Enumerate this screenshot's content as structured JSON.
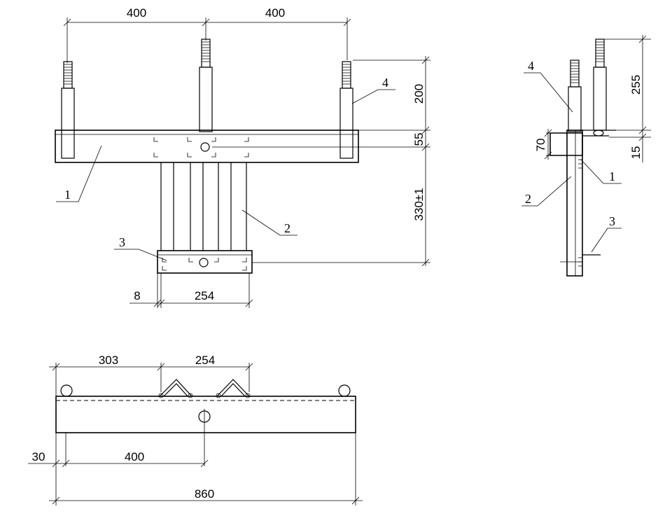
{
  "front_view": {
    "dims": {
      "top_left_spacing": "400",
      "top_right_spacing": "400",
      "bolt_length": "200",
      "beam_offset": "55",
      "vertical_span": "330±1",
      "edge_gap": "8",
      "channel_spacing": "254"
    },
    "labels": {
      "beam": "1",
      "channel": "2",
      "lower_plate": "3",
      "bolt": "4"
    }
  },
  "side_view": {
    "dims": {
      "bolt_length": "255",
      "angle_height": "70",
      "angle_offset": "15"
    },
    "labels": {
      "bolt": "4",
      "angle": "1",
      "channel": "2",
      "lower_plate": "3"
    }
  },
  "plan_view": {
    "dims": {
      "left_offset": "303",
      "channel_spacing": "254",
      "edge_offset": "30",
      "center_distance": "400",
      "total_length": "860"
    }
  }
}
